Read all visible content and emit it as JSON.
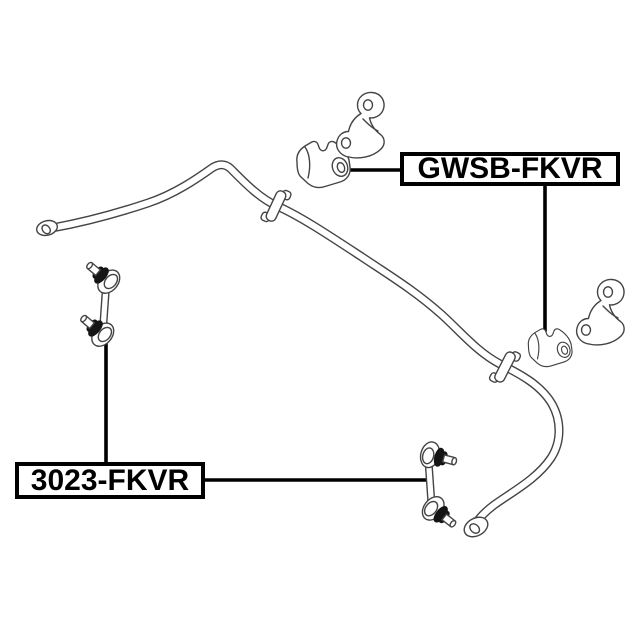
{
  "diagram": {
    "background_color": "#ffffff",
    "artwork_line_color": "#444444",
    "leader_line_color": "#000000",
    "labels": {
      "bushing_kit": "GWSB-FKVR",
      "link_kit": "3023-FKVR"
    },
    "parts": [
      {
        "name": "stabilizer-bar",
        "count": 1
      },
      {
        "name": "stabilizer-bushing",
        "count": 2
      },
      {
        "name": "bushing-bracket",
        "count": 2
      },
      {
        "name": "stabilizer-link",
        "count": 2
      },
      {
        "name": "bar-collar",
        "count": 2
      }
    ]
  }
}
